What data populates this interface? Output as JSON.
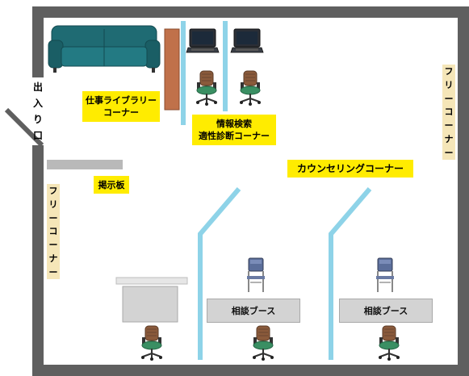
{
  "labels": {
    "job_library": [
      "仕事ライブラリー",
      "コーナー"
    ],
    "info_search": [
      "情報検索",
      "適性診断コーナー"
    ],
    "counseling": "カウンセリングコーナー",
    "bulletin": "掲示板",
    "entrance": [
      "出",
      "入",
      "り",
      "口"
    ],
    "free_corner_right": [
      "フ",
      "リ",
      "ー",
      "コ",
      "ー",
      "ナ",
      "ー"
    ],
    "free_corner_left": [
      "フ",
      "リ",
      "ー",
      "コ",
      "ー",
      "ナ",
      "ー"
    ],
    "booth_1": "相談ブース",
    "booth_2": "相談ブース"
  },
  "colors": {
    "wall": "#5f5f5f",
    "partition": "#8ed3e8",
    "yellow_label": "#ffec00",
    "cream_label": "#f5e6b8",
    "sofa": "#1f6b73",
    "bookshelf": "#c0714a",
    "chair_seat": "#3a8f63",
    "chair_back": "#8a5a3b"
  },
  "icons": {
    "sofa": "sofa-icon",
    "laptop": "laptop-icon",
    "office_chair": "office-chair-icon",
    "folding_chair": "folding-chair-icon",
    "bookshelf": "bookshelf-icon",
    "desk": "desk-icon"
  }
}
